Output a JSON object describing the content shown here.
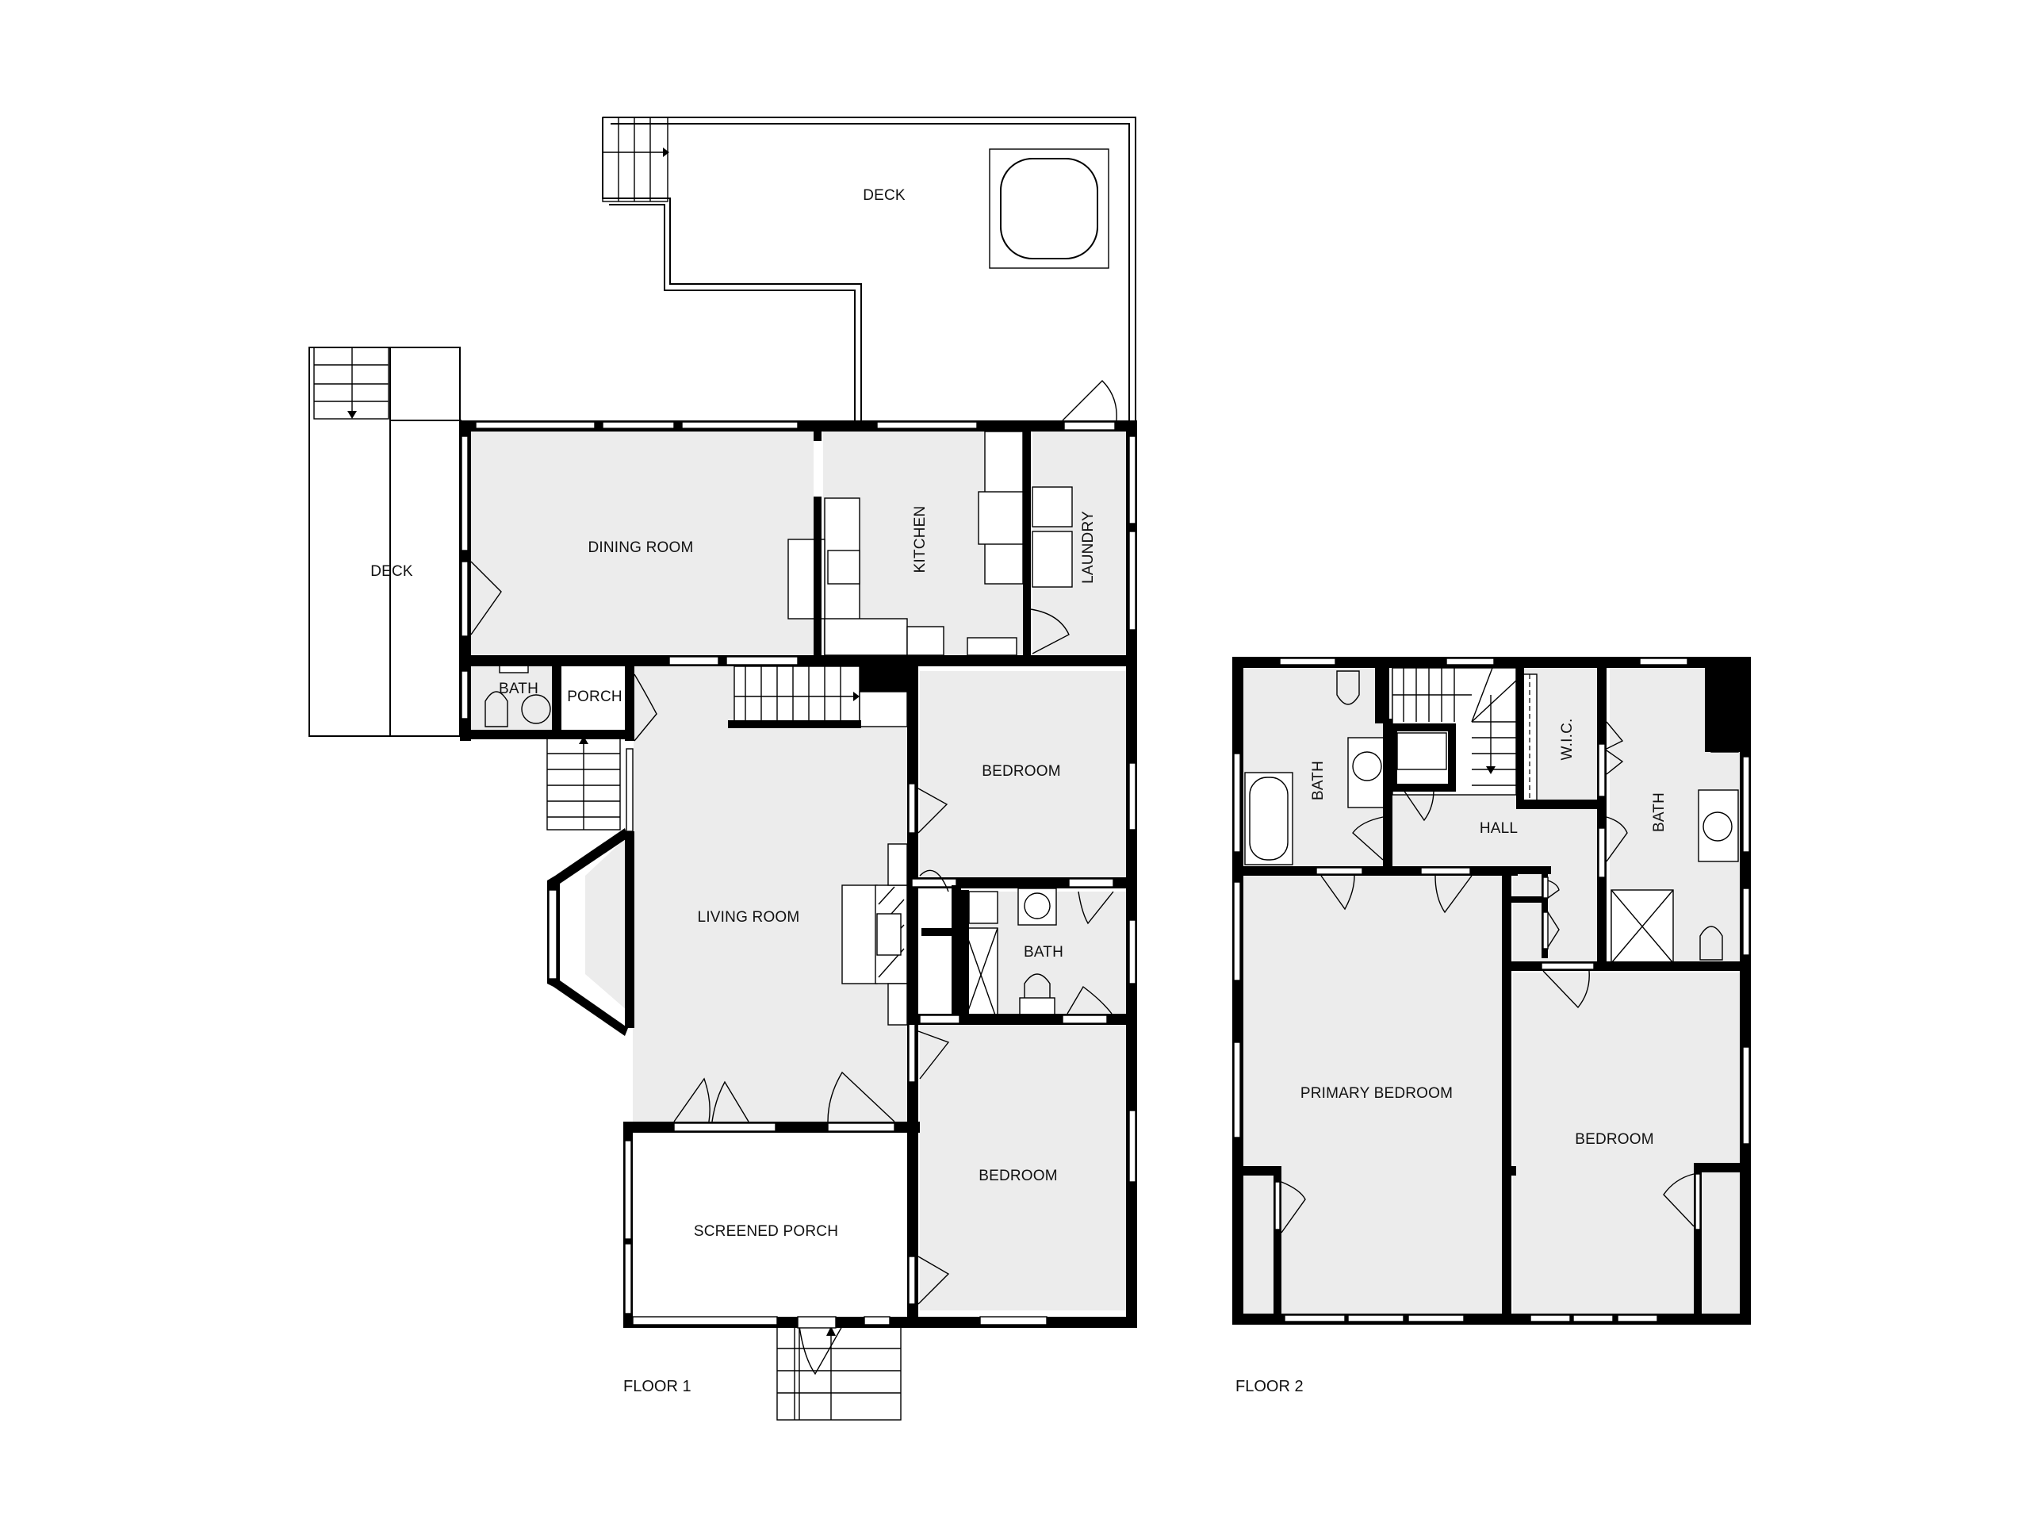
{
  "floors": [
    {
      "label": "FLOOR 1",
      "rooms": [
        {
          "name": "DECK",
          "id": "deck-upper"
        },
        {
          "name": "DECK",
          "id": "deck-left"
        },
        {
          "name": "DINING ROOM",
          "id": "dining-room"
        },
        {
          "name": "KITCHEN",
          "id": "kitchen"
        },
        {
          "name": "LAUNDRY",
          "id": "laundry"
        },
        {
          "name": "BATH",
          "id": "half-bath"
        },
        {
          "name": "PORCH",
          "id": "porch"
        },
        {
          "name": "BEDROOM",
          "id": "bedroom-1"
        },
        {
          "name": "LIVING ROOM",
          "id": "living-room"
        },
        {
          "name": "BATH",
          "id": "bath-1"
        },
        {
          "name": "BEDROOM",
          "id": "bedroom-2"
        },
        {
          "name": "SCREENED PORCH",
          "id": "screened-porch"
        }
      ]
    },
    {
      "label": "FLOOR 2",
      "rooms": [
        {
          "name": "BATH",
          "id": "bath-2a"
        },
        {
          "name": "W.I.C.",
          "id": "walk-in-closet"
        },
        {
          "name": "HALL",
          "id": "hall"
        },
        {
          "name": "BATH",
          "id": "bath-2b"
        },
        {
          "name": "PRIMARY BEDROOM",
          "id": "primary-bedroom"
        },
        {
          "name": "BEDROOM",
          "id": "bedroom-3"
        }
      ]
    }
  ],
  "colors": {
    "room_fill": "#ececec",
    "wall": "#000000",
    "background": "#ffffff"
  }
}
